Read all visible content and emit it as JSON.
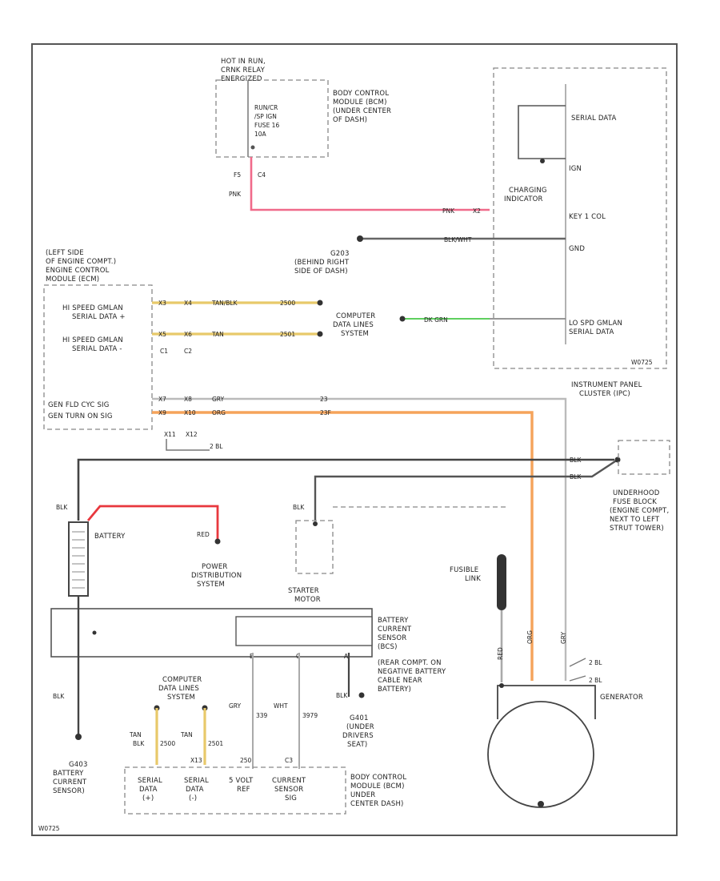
{
  "colors": {
    "pink": "#f06a8a",
    "red": "#e8383e",
    "orange": "#f5a35a",
    "tan": "#e8c96a",
    "green": "#5fcf5f",
    "gray": "#777777",
    "black": "#333333"
  },
  "components": {
    "relay_label": [
      "HOT IN RUN,",
      "CRNK RELAY",
      "ENERGIZED"
    ],
    "relay_inner": [
      "RUN/CR",
      "/SP IGN",
      "FUSE 16",
      "10A"
    ],
    "bcm_top": [
      "BODY CONTROL",
      "MODULE (BCM)",
      "(UNDER CENTER",
      "OF DASH)"
    ],
    "ecm": [
      "(LEFT SIDE",
      "OF ENGINE COMPT.)",
      "ENGINE CONTROL",
      "MODULE (ECM)"
    ],
    "ecm_pins": {
      "hs_plus": [
        "HI SPEED GMLAN",
        "SERIAL DATA +"
      ],
      "hs_minus": [
        "HI SPEED GMLAN",
        "SERIAL DATA -"
      ],
      "gen_fld": "GEN FLD CYC SIG",
      "gen_turn": "GEN TURN ON SIG"
    },
    "ipc_pins": {
      "serial_data": "SERIAL DATA",
      "ign": "IGN",
      "charging": [
        "CHARGING",
        "INDICATOR"
      ],
      "key": "KEY 1 COL",
      "gnd": "GND",
      "lo_spd": [
        "LO SPD GMLAN",
        "SERIAL DATA"
      ]
    },
    "ipc_label": [
      "INSTRUMENT PANEL",
      "CLUSTER (IPC)"
    ],
    "ground_g203": [
      "G203",
      "(BEHIND RIGHT",
      "SIDE OF DASH)"
    ],
    "computer_data_mid": [
      "COMPUTER",
      "DATA LINES",
      "SYSTEM"
    ],
    "underhood": [
      "UNDERHOOD",
      "FUSE BLOCK",
      "(ENGINE COMPT,",
      "NEXT TO LEFT",
      "STRUT TOWER)"
    ],
    "battery": "BATTERY",
    "power_dist": [
      "POWER",
      "DISTRIBUTION",
      "SYSTEM"
    ],
    "starter": [
      "STARTER",
      "MOTOR"
    ],
    "fusible": [
      "FUSIBLE",
      "LINK"
    ],
    "bcs": [
      "BATTERY",
      "CURRENT",
      "SENSOR",
      "(BCS)"
    ],
    "rear_ground": [
      "(REAR COMPT. ON",
      "NEGATIVE BATTERY",
      "CABLE NEAR",
      "BATTERY)"
    ],
    "generator": "GENERATOR",
    "g401": [
      "G401",
      "(UNDER",
      "DRIVERS",
      "SEAT)"
    ],
    "g403": [
      "G403",
      "BATTERY",
      "CURRENT",
      "SENSOR)"
    ],
    "computer_data_bot": [
      "COMPUTER",
      "DATA LINES",
      "SYSTEM"
    ],
    "bcm_bottom_pins": [
      [
        "SERIAL",
        "DATA",
        "(+)"
      ],
      [
        "SERIAL",
        "DATA",
        "(-)"
      ],
      [
        "5 VOLT",
        "REF"
      ],
      [
        "CURRENT",
        "SENSOR",
        "SIG"
      ]
    ],
    "bcm_bottom": [
      "BODY CONTROL",
      "MODULE (BCM)",
      "UNDER",
      "CENTER DASH)"
    ],
    "footer": "W0725"
  },
  "wires": {
    "pnk": "PNK",
    "blk": "BLK",
    "blk_wht": "BLK/WHT",
    "tan_blk": "TAN/BLK",
    "tan": "TAN",
    "dk_grn": "DK GRN",
    "gry": "GRY",
    "org": "ORG",
    "red": "RED",
    "wht": "WHT",
    "wire_numbers": {
      "w2500": "2500",
      "w2501": "2501",
      "w23": "23",
      "w23f": "23F",
      "w339": "339",
      "w3979": "3979",
      "w250": "250",
      "w2500b": "2500",
      "w2501b": "2501"
    },
    "wire_tags": {
      "x2": "X2",
      "x3": "X3",
      "x4": "X4",
      "x5": "X5",
      "x6": "X6",
      "x7": "X7",
      "x8": "X8",
      "x9": "X9",
      "x10": "X10",
      "x11": "X11",
      "x12": "X12",
      "x13": "X13"
    },
    "tags": {
      "f5": "F5",
      "c4": "C4",
      "c1": "C1",
      "c2": "C2",
      "c3": "C3",
      "b": "B",
      "c": "C",
      "a": "A",
      "c2l": "2 BL",
      "c2l2": "2 BL"
    }
  }
}
